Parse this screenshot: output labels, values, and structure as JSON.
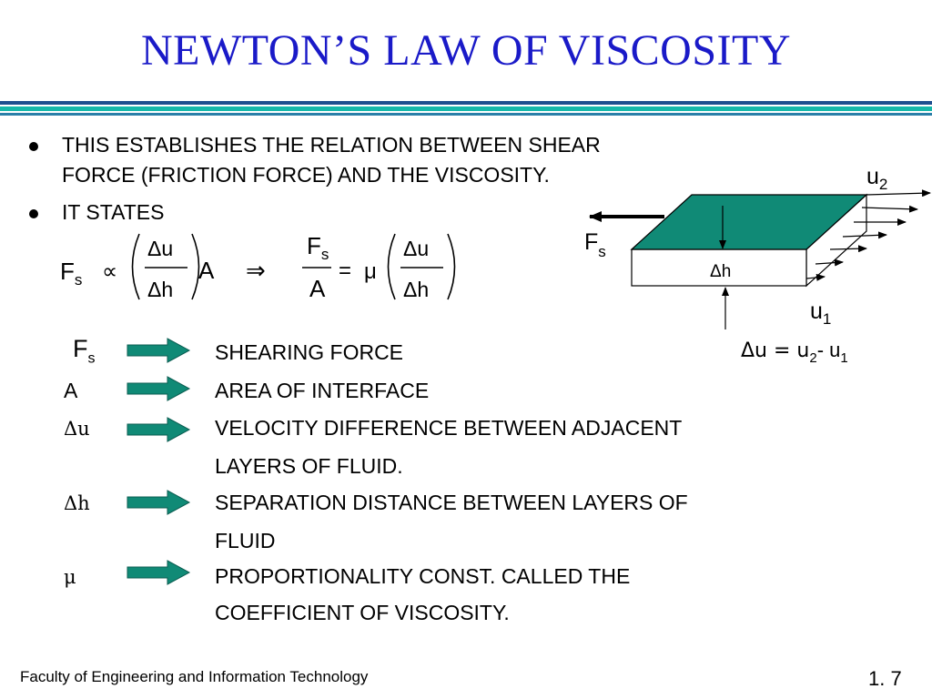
{
  "title": "NEWTON’S LAW OF VISCOSITY",
  "bullets": [
    {
      "line1": "THIS ESTABLISHES THE RELATION BETWEEN SHEAR",
      "line2": "FORCE (FRICTION FORCE) AND THE VISCOSITY."
    },
    {
      "line1": "IT STATES"
    }
  ],
  "equation": {
    "lhs_symbol": "F",
    "lhs_sub": "s",
    "proportional": "∝",
    "du": "Δu",
    "dh": "Δh",
    "area": "A",
    "implies": "⇒",
    "fs_num": "F",
    "fs_num_sub": "s",
    "area_den": "A",
    "equals": "=",
    "mu": "μ"
  },
  "diagram": {
    "u2_label": "u",
    "u2_sub": "2",
    "fs_label": "F",
    "fs_sub": "s",
    "dh_label": "Δh",
    "u1_label": "u",
    "u1_sub": "1",
    "du_eq_prefix": "Δu = u",
    "du_eq_sub2": "2",
    "du_eq_mid": "- u",
    "du_eq_sub1": "1",
    "plate_color": "#108a76"
  },
  "definitions": [
    {
      "symbol": "F",
      "symbol_sub": "s",
      "lines": [
        "SHEARING FORCE"
      ]
    },
    {
      "symbol": "A",
      "symbol_sub": "",
      "lines": [
        "AREA OF INTERFACE"
      ]
    },
    {
      "symbol": "Δu",
      "symbol_sub": "",
      "lines": [
        "VELOCITY DIFFERENCE BETWEEN ADJACENT",
        "LAYERS OF FLUID."
      ]
    },
    {
      "symbol": "Δh",
      "symbol_sub": "",
      "lines": [
        "SEPARATION DISTANCE BETWEEN LAYERS OF",
        "FLUID"
      ]
    },
    {
      "symbol": "μ",
      "symbol_sub": "",
      "lines": [
        "PROPORTIONALITY CONST. CALLED THE",
        "COEFFICIENT OF VISCOSITY."
      ]
    }
  ],
  "footer": {
    "left": "Faculty of Engineering and Information Technology",
    "right": "1. 7"
  },
  "colors": {
    "title": "#1a1ac8",
    "arrow": "#108a76",
    "bar_dark": "#1f4f8f",
    "bar_teal": "#17b8aa"
  }
}
